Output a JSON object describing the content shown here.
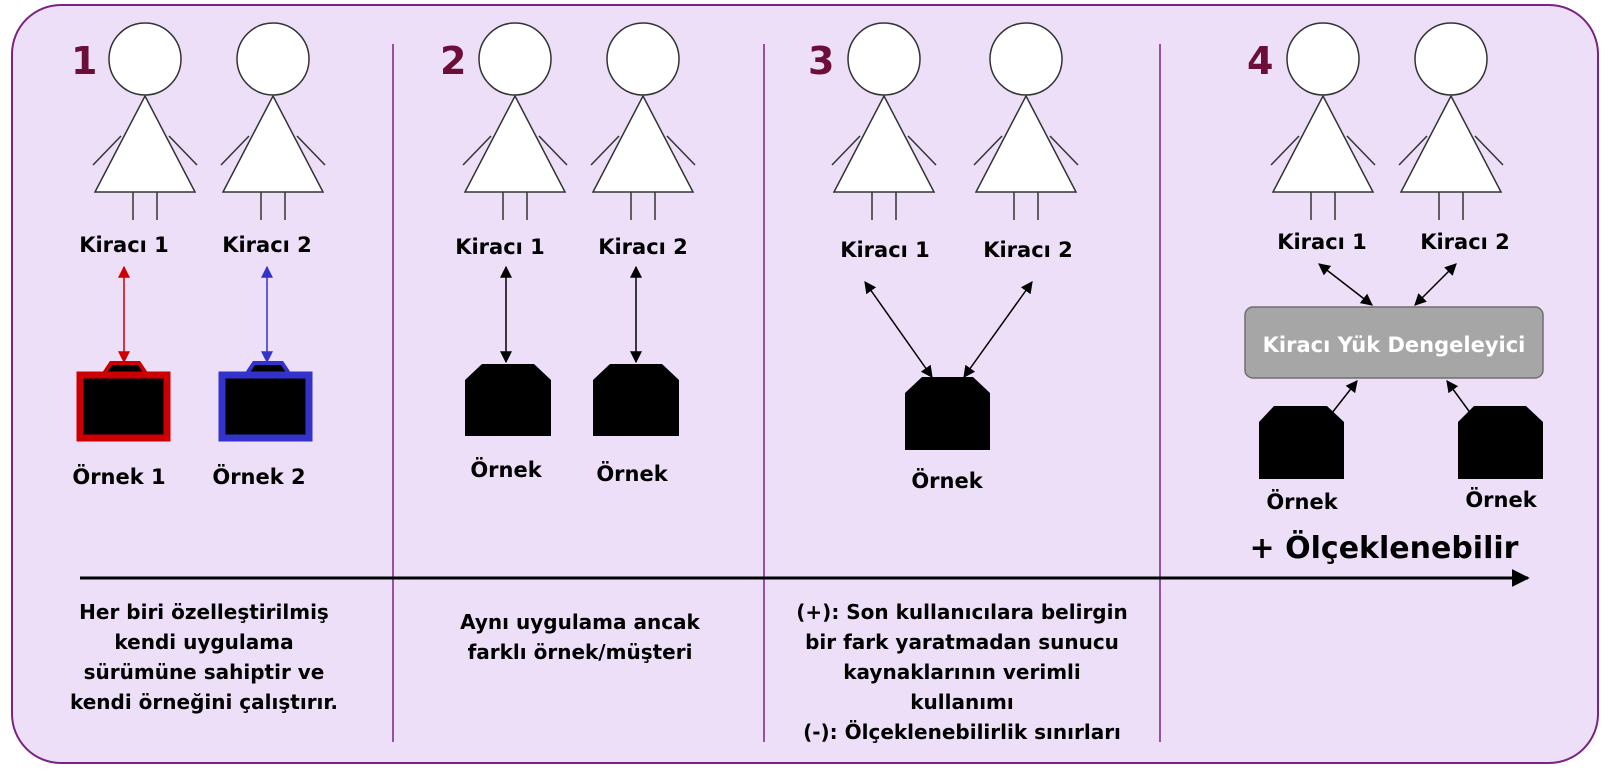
{
  "sections": [
    {
      "number": "1",
      "tenants": [
        "Kiracı 1",
        "Kiracı 2"
      ],
      "instances": [
        "Örnek 1",
        "Örnek 2"
      ],
      "description": [
        "Her biri özelleştirilmiş",
        "kendi uygulama",
        "sürümüne sahiptir ve",
        "kendi örneğini çalıştırır."
      ]
    },
    {
      "number": "2",
      "tenants": [
        "Kiracı 1",
        "Kiracı 2"
      ],
      "instances": [
        "Örnek",
        "Örnek"
      ],
      "description": [
        "Aynı uygulama ancak",
        "farklı örnek/müşteri"
      ]
    },
    {
      "number": "3",
      "tenants": [
        "Kiracı 1",
        "Kiracı 2"
      ],
      "instances": [
        "Örnek"
      ],
      "description": [
        "(+): Son kullanıcılara belirgin",
        "bir fark yaratmadan sunucu",
        "kaynaklarının verimli",
        "kullanımı",
        "(-): Ölçeklenebilirlik sınırları"
      ]
    },
    {
      "number": "4",
      "tenants": [
        "Kiracı 1",
        "Kiracı 2"
      ],
      "load_balancer": "Kiracı Yük Dengeleyici",
      "instances": [
        "Örnek",
        "Örnek"
      ],
      "scalable_label": "+ Ölçeklenebilir"
    }
  ],
  "colors": {
    "panel_background": "#ecdff7",
    "panel_border": "#7a2382",
    "section_divider": "#7a2382",
    "number_color": "#6b0f3a",
    "tenant1_instance_frame": "#cc0000",
    "tenant2_instance_frame": "#3333cc",
    "load_balancer_fill": "#a6a6a6"
  }
}
